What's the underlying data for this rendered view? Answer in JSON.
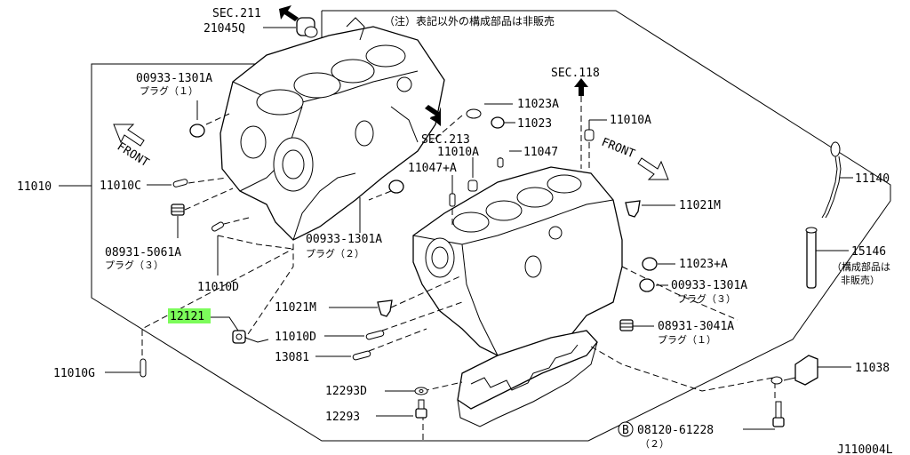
{
  "diagram": {
    "note": "（注）表記以外の構成部品は非販売",
    "ref_code": "J110004L",
    "highlight_color": "#7cfc5a",
    "sections": [
      {
        "key": "sec211",
        "text": "SEC.211"
      },
      {
        "key": "sec213",
        "text": "SEC.213"
      },
      {
        "key": "sec118",
        "text": "SEC.118"
      }
    ],
    "front_labels": [
      "FRONT",
      "FRONT"
    ],
    "labels": {
      "p21045Q": "21045Q",
      "p00933_top": "00933-1301A",
      "p00933_top_sub": "プラグ（１）",
      "p11010": "11010",
      "p11010C": "11010C",
      "p08931_5061A": "08931-5061A",
      "p08931_5061A_sub": "プラグ（３）",
      "p11010D_left": "11010D",
      "p12121": "12121",
      "p11010G": "11010G",
      "p00933_mid": "00933-1301A",
      "p00933_mid_sub": "プラグ（２）",
      "p11023A": "11023A",
      "p11023": "11023",
      "p11010A_right": "11010A",
      "p11010A_mid": "11010A",
      "p11047": "11047",
      "p11047A": "11047+A",
      "p11021M_right": "11021M",
      "p11023pA": "11023+A",
      "p00933_right": "00933-1301A",
      "p00933_right_sub": "プラグ（３）",
      "p08931_3041A": "08931-3041A",
      "p08931_3041A_sub": "プラグ（１）",
      "p11021M_left": "11021M",
      "p11010D_mid": "11010D",
      "p13081": "13081",
      "p12293D": "12293D",
      "p12293": "12293",
      "p08120": "08120-61228",
      "p08120_sub": "（２）",
      "p08120_circle": "B",
      "p11140": "11140",
      "p15146": "15146",
      "p15146_sub1": "（構成部品は",
      "p15146_sub2": "非販売）",
      "p11038": "11038"
    }
  }
}
